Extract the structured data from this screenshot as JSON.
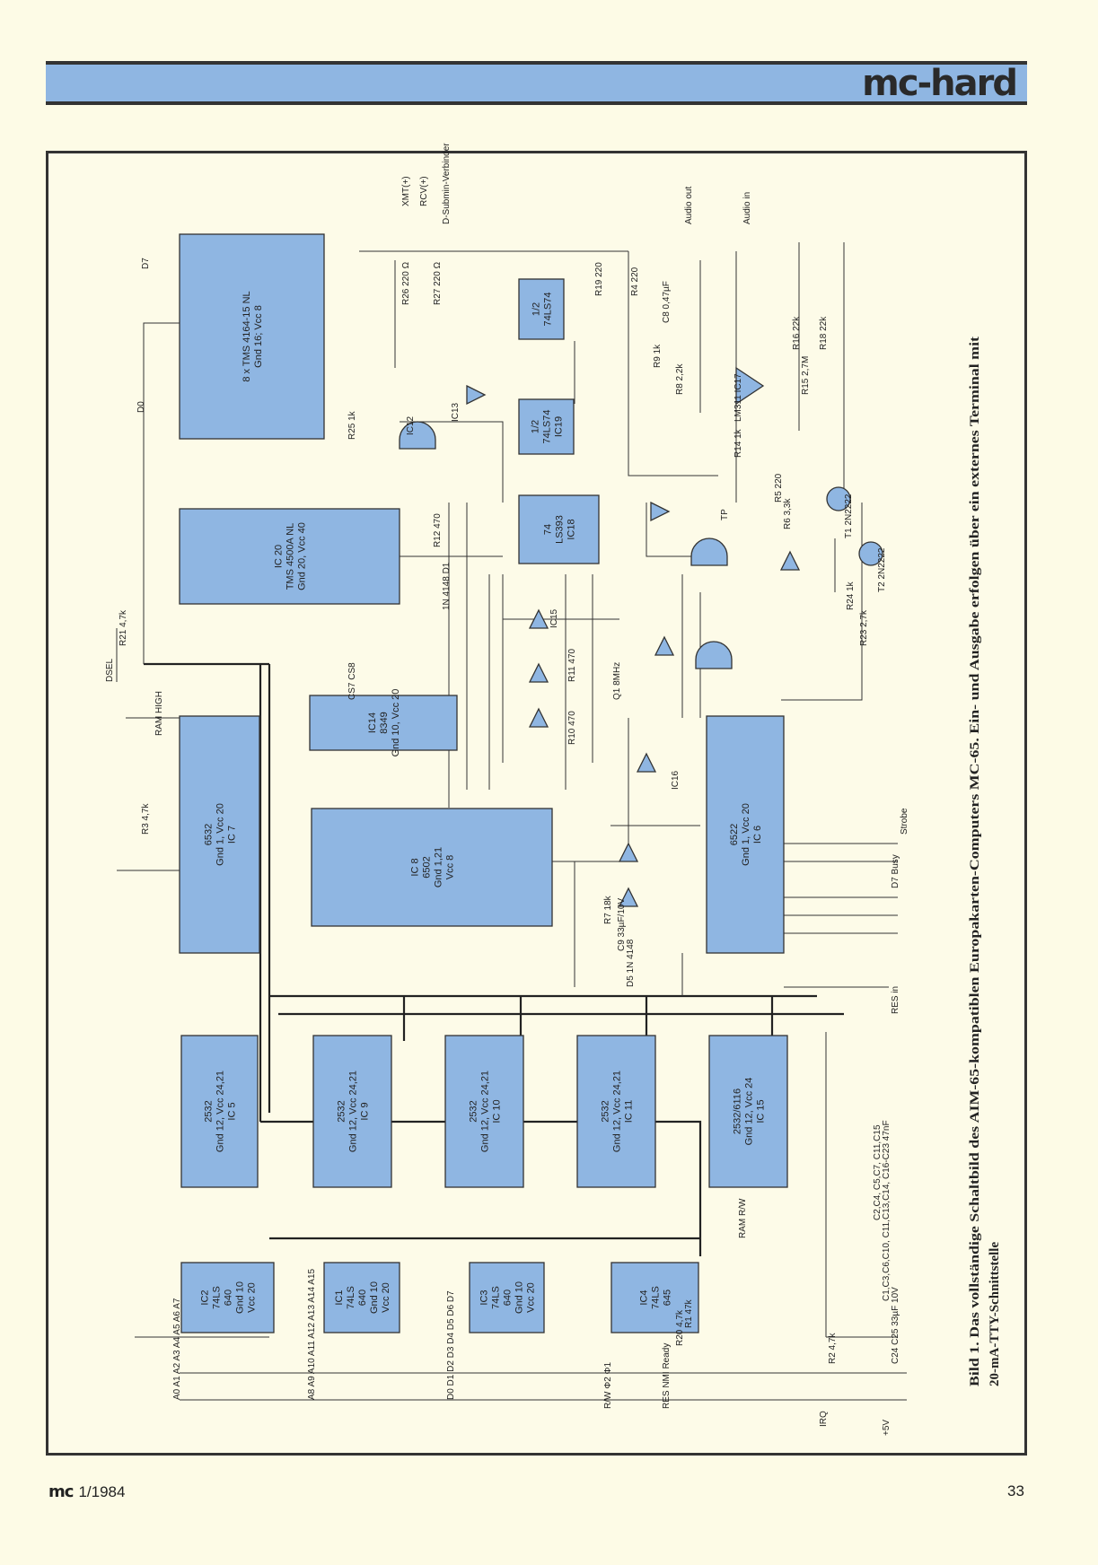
{
  "header": {
    "section": "mc-hard"
  },
  "figure": {
    "caption_line1": "Bild 1. Das vollständige Schaltbild des AIM-65-kompatiblen Europakarten-Computers MC-65. Ein- und Ausgabe erfolgen über ein externes Terminal mit",
    "caption_line2": "20-mA-TTY-Schnittstelle",
    "chips": [
      {
        "id": "ram",
        "lines": [
          "8 x TMS 4164-15 NL",
          "Gnd 16; Vcc 8"
        ]
      },
      {
        "id": "ic20",
        "lines": [
          "IC 20",
          "TMS 4500A NL",
          "Gnd 20, Vcc 40"
        ]
      },
      {
        "id": "ic14",
        "lines": [
          "IC14",
          "8349",
          "Gnd 10, Vcc 20"
        ]
      },
      {
        "id": "ic7",
        "lines": [
          "6532",
          "Gnd 1, Vcc 20",
          "IC 7"
        ]
      },
      {
        "id": "ic8",
        "lines": [
          "IC 8",
          "6502",
          "Gnd 1,21",
          "Vcc 8"
        ]
      },
      {
        "id": "ic6",
        "lines": [
          "6522",
          "Gnd 1, Vcc 20",
          "IC 6"
        ]
      },
      {
        "id": "ic18",
        "lines": [
          "74",
          "LS393",
          "IC18"
        ]
      },
      {
        "id": "ic19",
        "lines": [
          "1/2",
          "74LS74",
          "IC19"
        ]
      },
      {
        "id": "ic74",
        "lines": [
          "1/2",
          "74LS74"
        ]
      },
      {
        "id": "ic5",
        "lines": [
          "2532",
          "Gnd 12, Vcc 24,21",
          "IC 5"
        ]
      },
      {
        "id": "ic9",
        "lines": [
          "2532",
          "Gnd 12, Vcc 24,21",
          "IC 9"
        ]
      },
      {
        "id": "ic10",
        "lines": [
          "2532",
          "Gnd 12, Vcc 24,21",
          "IC 10"
        ]
      },
      {
        "id": "ic11",
        "lines": [
          "2532",
          "Gnd 12, Vcc 24,21",
          "IC 11"
        ]
      },
      {
        "id": "ic15",
        "lines": [
          "2532/6116",
          "Gnd 12, Vcc 24",
          "IC 15"
        ]
      },
      {
        "id": "ic2",
        "lines": [
          "IC2",
          "74LS",
          "640",
          "Gnd 10",
          "Vcc 20"
        ]
      },
      {
        "id": "ic1",
        "lines": [
          "IC1",
          "74LS",
          "640",
          "Gnd 10",
          "Vcc 20"
        ]
      },
      {
        "id": "ic3",
        "lines": [
          "IC3",
          "74LS",
          "640",
          "Gnd 10",
          "Vcc 20"
        ]
      },
      {
        "id": "ic4",
        "lines": [
          "IC4",
          "74LS",
          "645"
        ]
      }
    ],
    "labels": [
      {
        "id": "d7",
        "text": "D7"
      },
      {
        "id": "d0",
        "text": "D0"
      },
      {
        "id": "r26",
        "text": "R26 220 Ω"
      },
      {
        "id": "r27",
        "text": "R27 220 Ω"
      },
      {
        "id": "xmt",
        "text": "XMT(+)"
      },
      {
        "id": "rcv",
        "text": "RCV(+)"
      },
      {
        "id": "dsub",
        "text": "D-Submin-Verbinder"
      },
      {
        "id": "r19",
        "text": "R19 220"
      },
      {
        "id": "r4",
        "text": "R4 220"
      },
      {
        "id": "audioout",
        "text": "Audio out"
      },
      {
        "id": "audioin",
        "text": "Audio in"
      },
      {
        "id": "c8",
        "text": "C8 0,47µF"
      },
      {
        "id": "r9",
        "text": "R9 1k"
      },
      {
        "id": "r8",
        "text": "R8 2,2k"
      },
      {
        "id": "lm311",
        "text": "LM311 IC17"
      },
      {
        "id": "r15",
        "text": "R15 2,7M"
      },
      {
        "id": "r18",
        "text": "R18 22k"
      },
      {
        "id": "r16",
        "text": "R16 22k"
      },
      {
        "id": "r14",
        "text": "R14 1k"
      },
      {
        "id": "r5",
        "text": "R5 220"
      },
      {
        "id": "r6",
        "text": "R6 3,3k"
      },
      {
        "id": "t1",
        "text": "T1 2N2222"
      },
      {
        "id": "t2",
        "text": "T2 2N2222"
      },
      {
        "id": "r24",
        "text": "R24 1k"
      },
      {
        "id": "r23",
        "text": "R23 2,7k"
      },
      {
        "id": "r25",
        "text": "R25 1k"
      },
      {
        "id": "ic12",
        "text": "IC12"
      },
      {
        "id": "ic13",
        "text": "IC13"
      },
      {
        "id": "ic16",
        "text": "IC16"
      },
      {
        "id": "ic15g",
        "text": "IC15"
      },
      {
        "id": "r12",
        "text": "R12 470"
      },
      {
        "id": "d1",
        "text": "1N 4148 D1"
      },
      {
        "id": "r11",
        "text": "R11 470"
      },
      {
        "id": "r10",
        "text": "R10 470"
      },
      {
        "id": "q1",
        "text": "Q1 8MHz"
      },
      {
        "id": "r21",
        "text": "R21 4,7k"
      },
      {
        "id": "dsel",
        "text": "DSEL"
      },
      {
        "id": "ramhigh",
        "text": "RAM HIGH"
      },
      {
        "id": "r3",
        "text": "R3 4,7k"
      },
      {
        "id": "r7",
        "text": "R7 18k"
      },
      {
        "id": "c9",
        "text": "C9 33µF/10V"
      },
      {
        "id": "d5",
        "text": "D5 1N 4148"
      },
      {
        "id": "resin",
        "text": "RES in"
      },
      {
        "id": "busy",
        "text": "D7 Busy"
      },
      {
        "id": "strobe",
        "text": "Strobe"
      },
      {
        "id": "ram_rw",
        "text": "RAM R/W"
      },
      {
        "id": "r2",
        "text": "R2 4,7k"
      },
      {
        "id": "irq",
        "text": "IRQ"
      },
      {
        "id": "vcc",
        "text": "+5V"
      },
      {
        "id": "caps1",
        "text": "C1,C3,C6,C10, C11,C13,C14, C16-C23 47nF"
      },
      {
        "id": "caps2",
        "text": "C2,C4, C5,C7, C11,C15"
      },
      {
        "id": "c24",
        "text": "C24 C25 33µF 10V"
      },
      {
        "id": "addrlo",
        "text": "A0 A1 A2 A3 A4 A5 A6 A7"
      },
      {
        "id": "addrhi",
        "text": "A8 A9 A10 A11 A12 A13 A14 A15"
      },
      {
        "id": "datab",
        "text": "D0 D1 D2 D3 D4 D5 D6 D7"
      },
      {
        "id": "ctrl",
        "text": "R/W Φ2 Φ1"
      },
      {
        "id": "resnmi",
        "text": "RES NMI Ready"
      },
      {
        "id": "r20",
        "text": "R20 4,7k"
      },
      {
        "id": "r1",
        "text": "R1 47k"
      },
      {
        "id": "cs",
        "text": "CS7 CS8"
      },
      {
        "id": "tp",
        "text": "TP"
      }
    ]
  },
  "footer": {
    "logo": "mc",
    "issue": "1/1984",
    "page": "33"
  }
}
